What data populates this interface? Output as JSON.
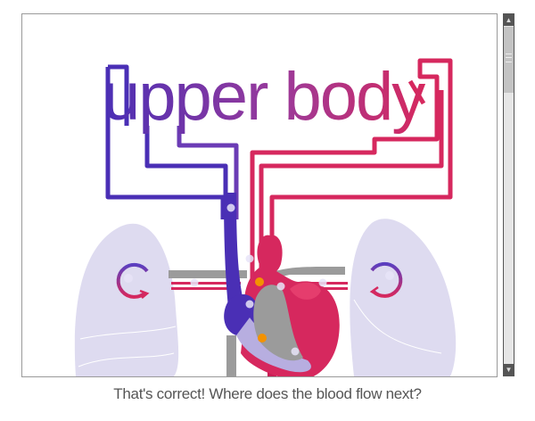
{
  "illustration": {
    "title": "upper body",
    "colors": {
      "vein": "#4a2fb5",
      "artery": "#d6285e",
      "vessel_gray": "#9b9b9b",
      "lung": "#dedbf0",
      "marker": "#f39200"
    }
  },
  "scrollbar": {
    "up_icon": "triangle-up",
    "down_icon": "triangle-down",
    "scroll_fraction": 0
  },
  "caption": "That's correct! Where does the blood flow next?"
}
